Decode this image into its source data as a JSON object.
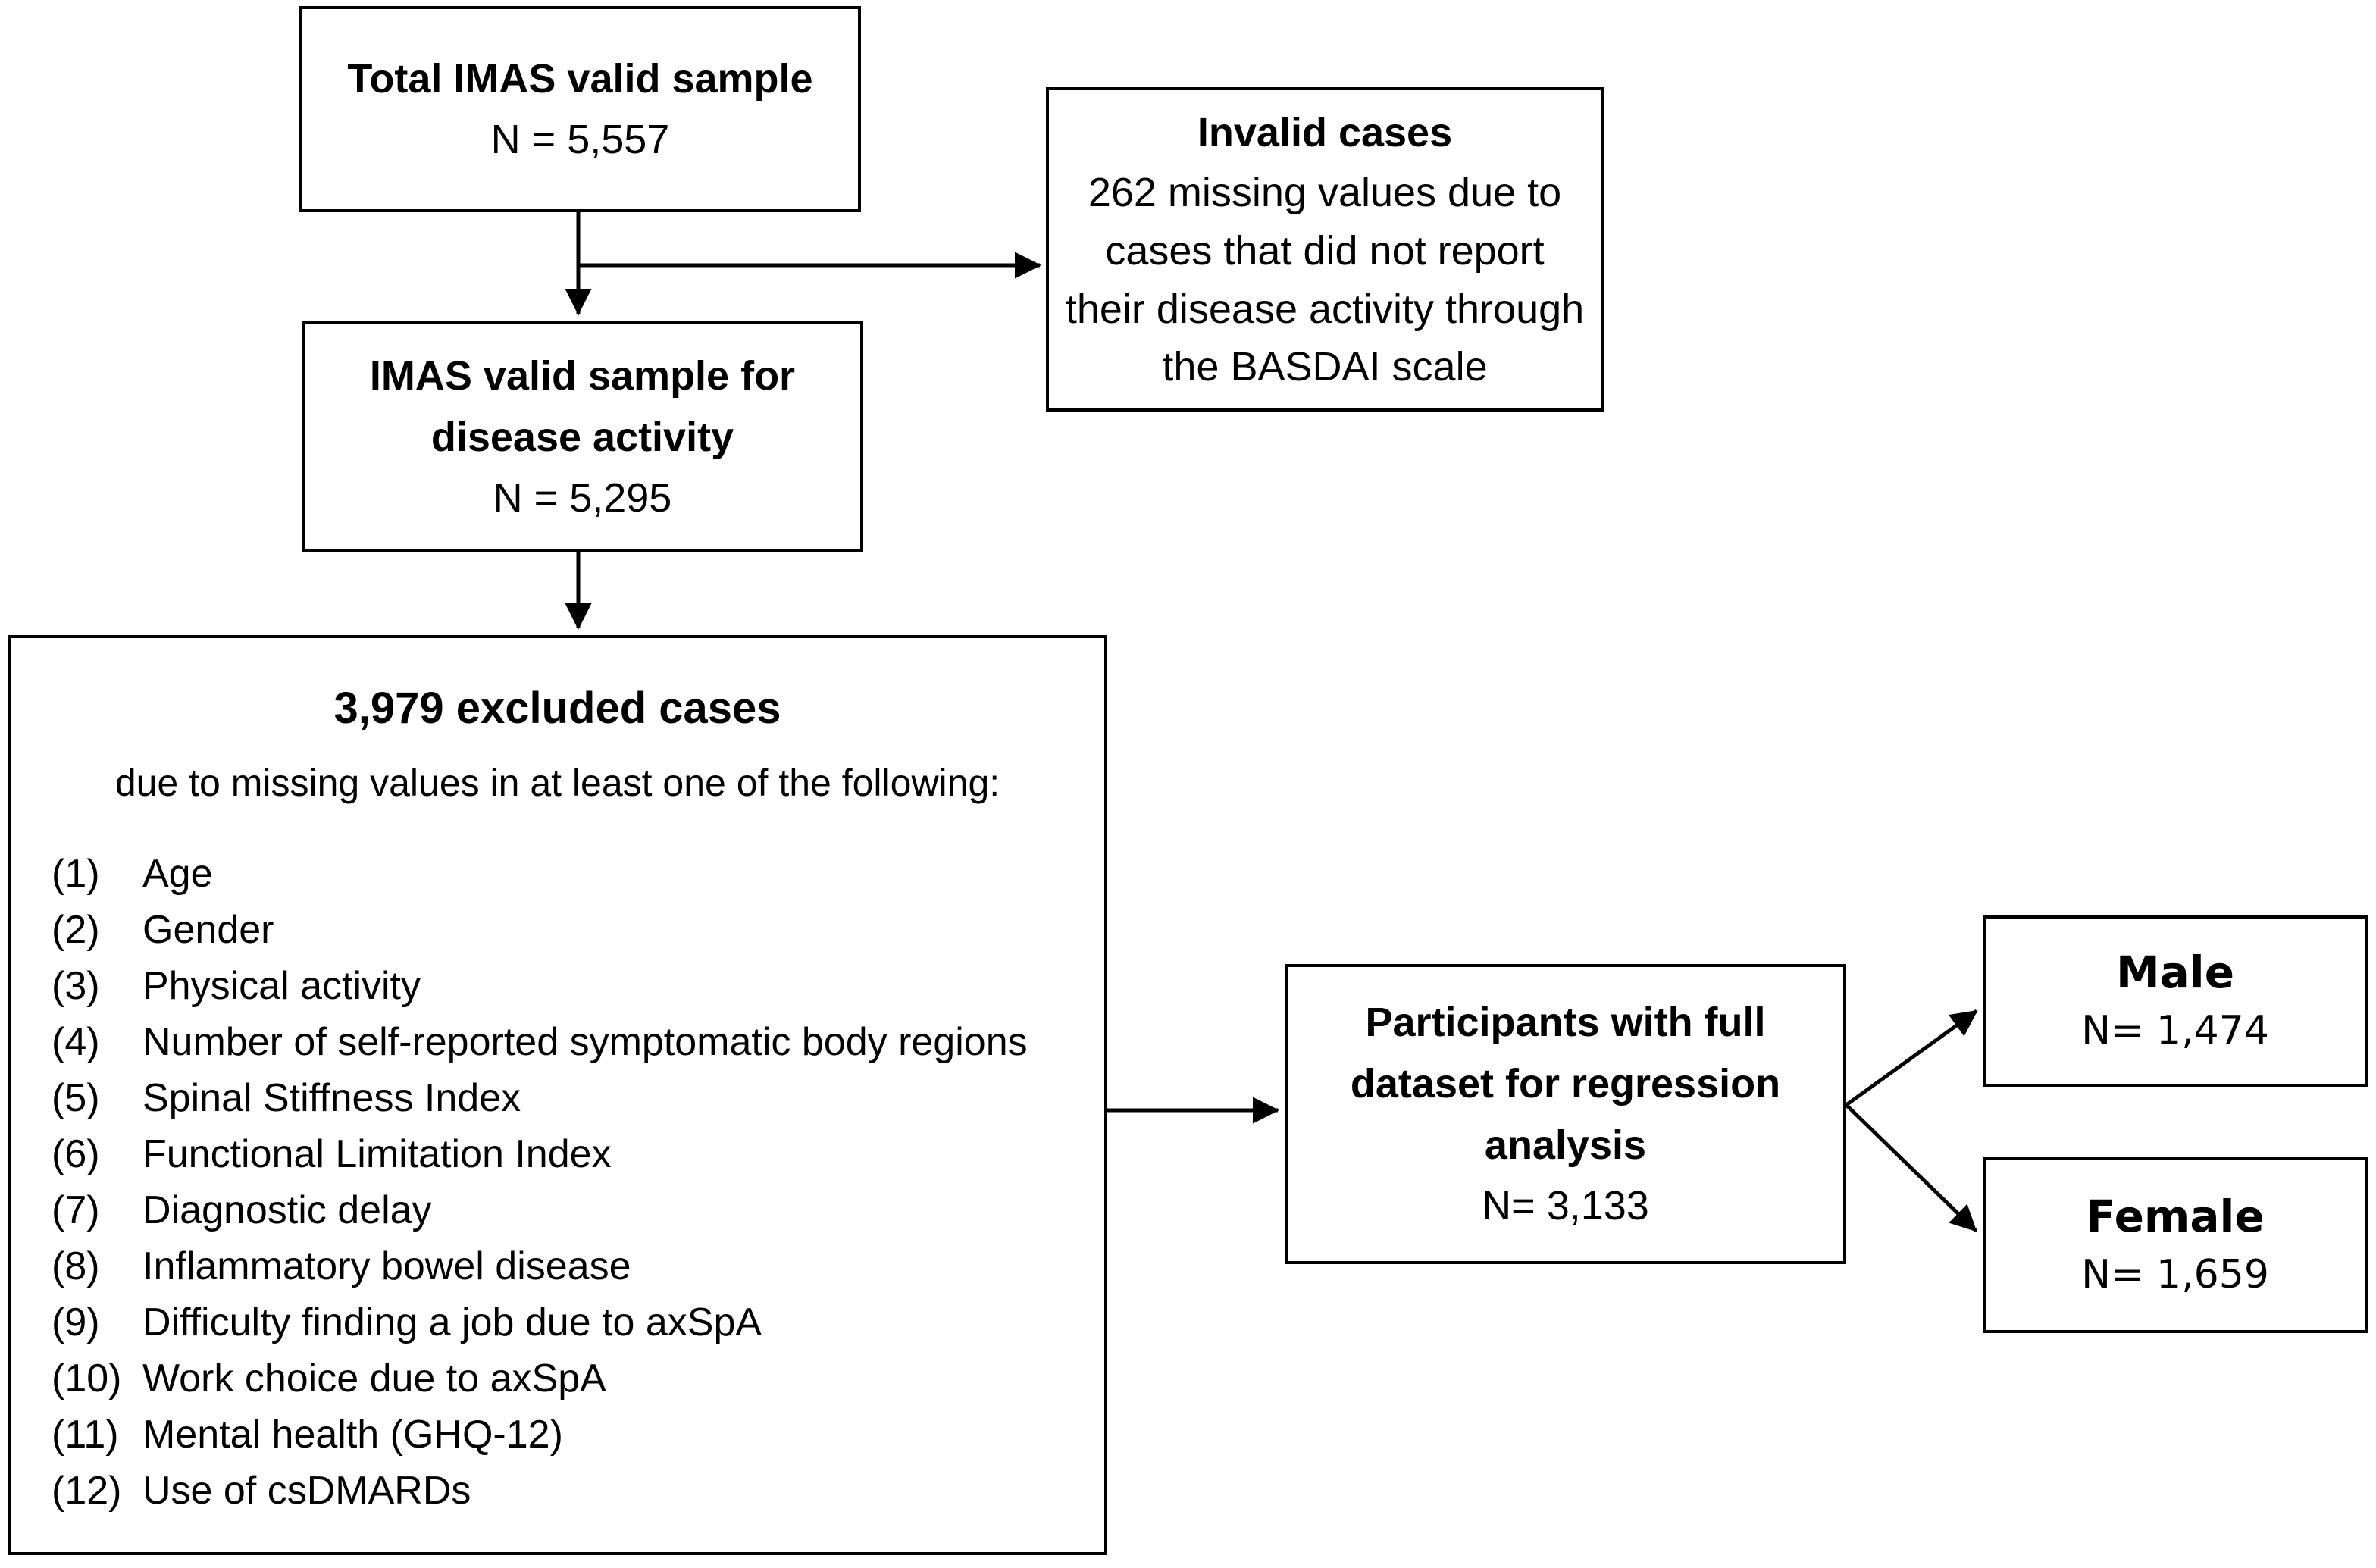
{
  "figure": {
    "type": "study-flowchart",
    "colors": {
      "background": "#ffffff",
      "line": "#000000",
      "text": "#000000"
    },
    "boxes": {
      "total": {
        "title": "Total IMAS valid sample",
        "n": "N = 5,557"
      },
      "invalid": {
        "title": "Invalid cases",
        "body": "262 missing values due to cases that did not report their disease activity through the BASDAI scale"
      },
      "valid_disease_activity": {
        "title": "IMAS valid sample for disease activity",
        "n": "N = 5,295"
      },
      "excluded": {
        "title": "3,979 excluded cases",
        "subtitle": "due to missing values in at least one of the following:",
        "items": [
          {
            "num": "(1)",
            "label": "Age"
          },
          {
            "num": "(2)",
            "label": "Gender"
          },
          {
            "num": "(3)",
            "label": "Physical activity"
          },
          {
            "num": "(4)",
            "label": "Number of self-reported symptomatic body regions"
          },
          {
            "num": "(5)",
            "label": "Spinal Stiffness Index"
          },
          {
            "num": "(6)",
            "label": "Functional Limitation Index"
          },
          {
            "num": "(7)",
            "label": "Diagnostic delay"
          },
          {
            "num": "(8)",
            "label": "Inflammatory bowel disease"
          },
          {
            "num": "(9)",
            "label": "Difficulty finding a job due to axSpA"
          },
          {
            "num": "(10)",
            "label": "Work choice due to axSpA"
          },
          {
            "num": "(11)",
            "label": "Mental health (GHQ-12)"
          },
          {
            "num": "(12)",
            "label": "Use of csDMARDs"
          }
        ]
      },
      "participants": {
        "title": "Participants with full dataset for regression analysis",
        "n": "N= 3,133"
      },
      "male": {
        "title": "Male",
        "n": "N= 1,474"
      },
      "female": {
        "title": "Female",
        "n": "N= 1,659"
      }
    }
  }
}
